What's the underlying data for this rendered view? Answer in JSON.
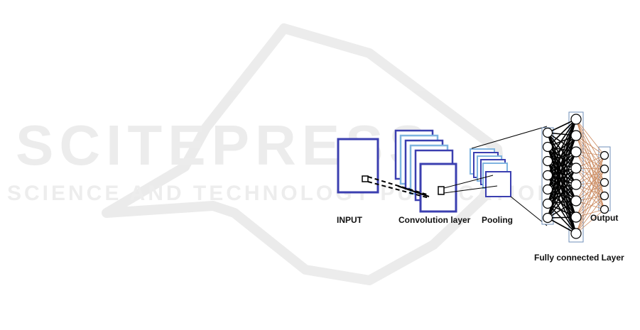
{
  "diagram": {
    "labels": {
      "input": "INPUT",
      "convolution": "Convolution layer",
      "pooling": "Pooling",
      "output": "Output",
      "fully_connected": "Fully connected Layer"
    },
    "colors": {
      "frame": "#3b3fb0",
      "frame_light": "#7fb4e0",
      "line": "#000000",
      "output_links": "#c9865a",
      "watermark": "#d6d6d6"
    },
    "fully_connected": {
      "hidden_nodes": 8,
      "input_nodes": 7,
      "output_nodes": 5
    }
  },
  "watermark": {
    "logo_text": "SCITEPRESS",
    "tagline": "SCIENCE AND TECHNOLOGY PUBLICATIONS"
  }
}
